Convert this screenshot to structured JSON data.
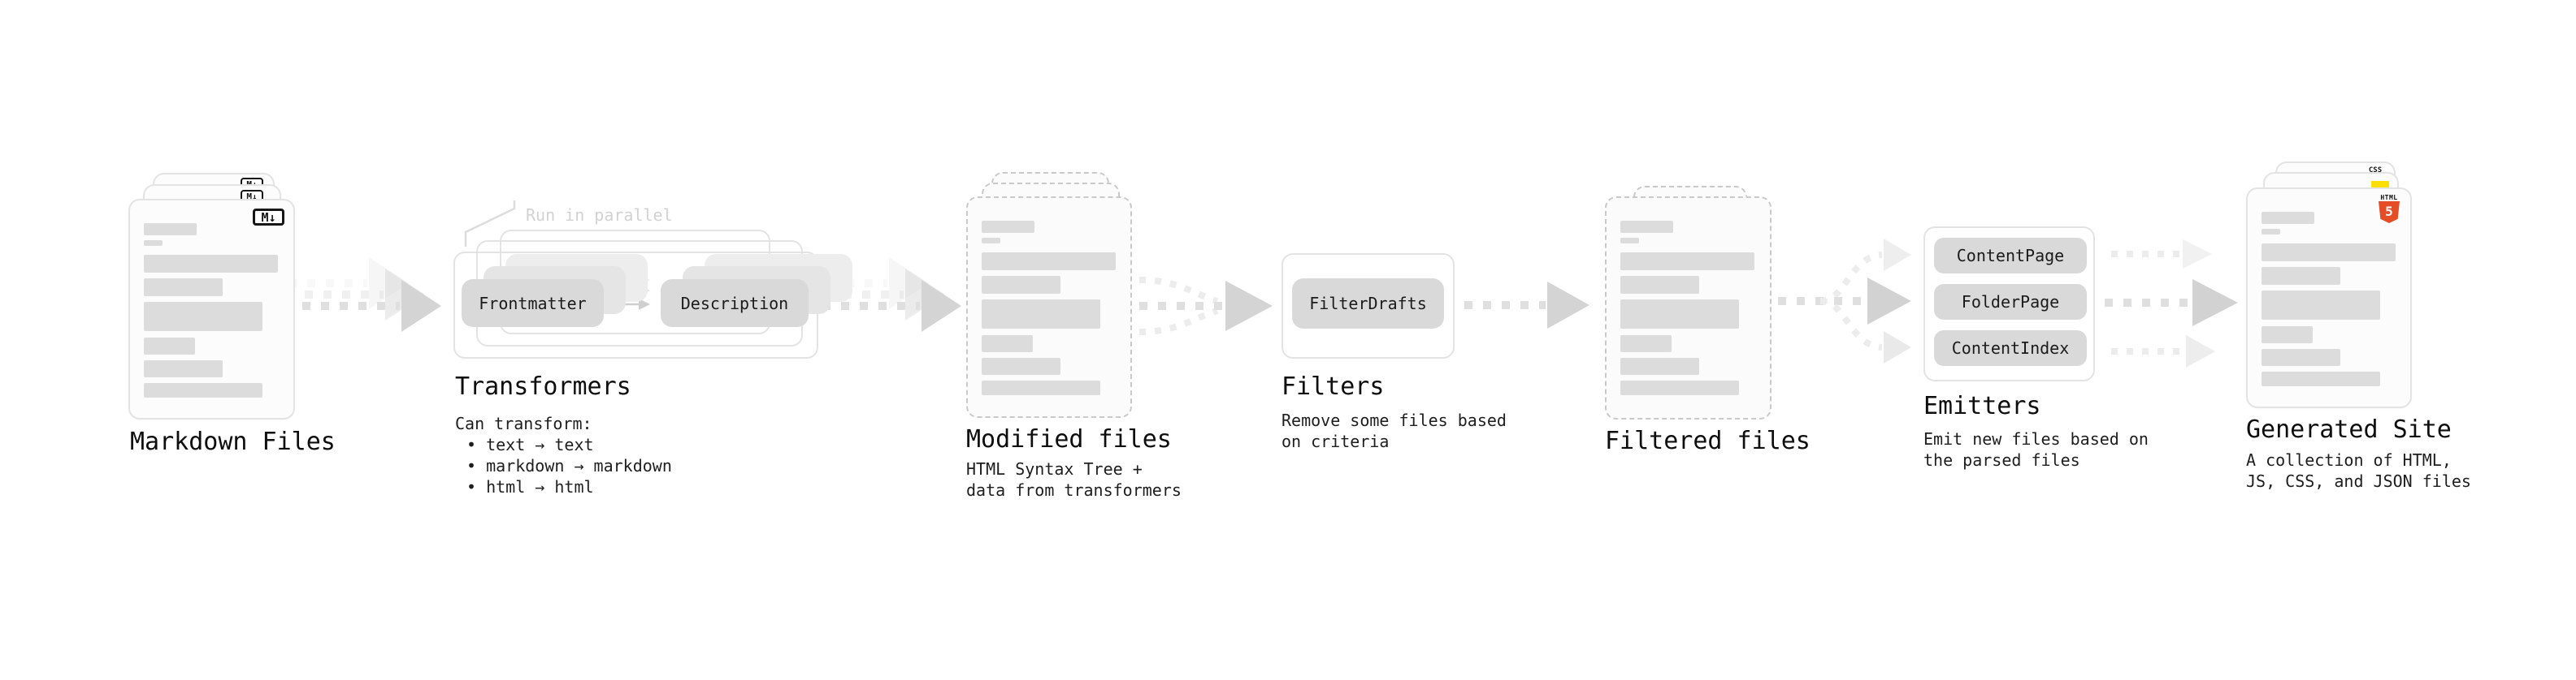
{
  "pipeline": {
    "markdown_files": {
      "label": "Markdown Files",
      "badge": "M↓"
    },
    "transformers": {
      "annotation": "Run in parallel",
      "pill_frontmatter": "Frontmatter",
      "pill_description": "Description",
      "label": "Transformers",
      "caption_heading": "Can transform:",
      "bullets": [
        "• text → text",
        "• markdown → markdown",
        "• html → html"
      ]
    },
    "modified_files": {
      "label": "Modified files",
      "caption_lines": [
        "HTML Syntax Tree +",
        "data from transformers"
      ]
    },
    "filters": {
      "pill": "FilterDrafts",
      "label": "Filters",
      "caption_lines": [
        "Remove some files based",
        "on criteria"
      ]
    },
    "filtered_files": {
      "label": "Filtered files"
    },
    "emitters": {
      "pills": [
        "ContentPage",
        "FolderPage",
        "ContentIndex"
      ],
      "label": "Emitters",
      "caption_lines": [
        "Emit new files based on",
        "the parsed files"
      ]
    },
    "generated_site": {
      "label": "Generated Site",
      "caption_lines": [
        "A collection of HTML,",
        "JS, CSS, and JSON files"
      ],
      "css_badge": "CSS",
      "html_badge_word": "HTML",
      "html_badge_number": "5"
    }
  },
  "colors": {
    "html5_orange": "#e44d26",
    "js_yellow": "#ffdf00",
    "css_blue": "#2f68f2",
    "pill_gray": "#d9d9d9",
    "skeleton_gray": "#dcdcdc",
    "arrow_gray": "#d4d4d4",
    "text_black": "#0e0e0e"
  }
}
